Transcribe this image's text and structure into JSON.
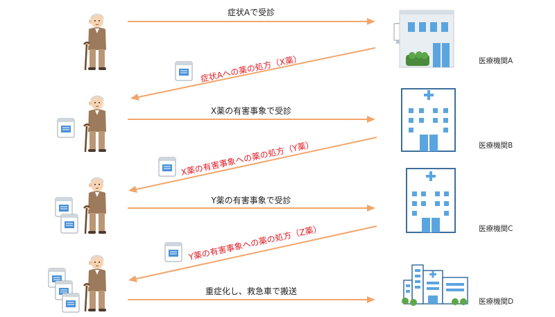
{
  "colors": {
    "arrow": "#f2a56b",
    "prescription_text": "#e0202a",
    "visit_text": "#222222",
    "building_blue": "#5aa5df",
    "building_wall": "#e9eef3"
  },
  "institutions": {
    "a": "医療機関A",
    "b": "医療機関B",
    "c": "医療機関C",
    "d": "医療機関D"
  },
  "visits": {
    "v1": "症状Aで受診",
    "v2": "X薬の有害事象で受診",
    "v3": "Y薬の有害事象で受診",
    "v4": "重症化し、救急車で搬送"
  },
  "prescriptions": {
    "p1": "症状Aへの薬の処方（X薬）",
    "p2": "X薬の有害事象への薬の処方（Y薬）",
    "p3": "Y薬の有害事象への薬の処方（Z薬）"
  },
  "icons": {
    "patient": "elderly-man-with-cane-icon",
    "medicine": "medicine-bag-icon",
    "clinic": "clinic-building-icon",
    "hospital": "hospital-building-icon",
    "large_hospital": "large-hospital-complex-icon"
  }
}
